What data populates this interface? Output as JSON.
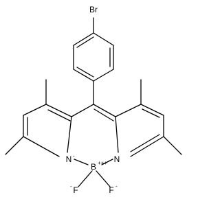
{
  "atoms": {
    "bromine": "Br",
    "nitrogen_left": "N",
    "nitrogen_left_charge": "-",
    "nitrogen_right": "N",
    "boron": "B",
    "boron_charge": "+++",
    "fluorine_left": "F",
    "fluorine_left_charge": "-",
    "fluorine_right": "F",
    "fluorine_right_charge": "-"
  }
}
